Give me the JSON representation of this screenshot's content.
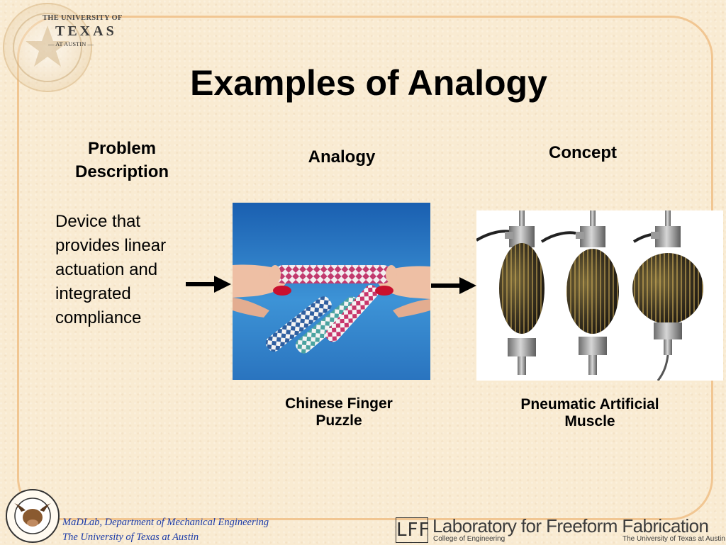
{
  "header": {
    "logo_line1": "THE UNIVERSITY OF",
    "logo_line2": "TEXAS",
    "logo_line3": "— AT AUSTIN —"
  },
  "slide": {
    "title": "Examples of Analogy",
    "col1_heading": "Problem Description",
    "col2_heading": "Analogy",
    "col3_heading": "Concept",
    "problem_text": "Device that provides linear actuation and integrated compliance",
    "analogy_caption": "Chinese Finger Puzzle",
    "concept_caption": "Pneumatic Artificial Muscle"
  },
  "footer": {
    "line1": "MaDLab, Department of Mechanical Engineering",
    "line2": "The University of Texas at Austin",
    "lff_mark": "LFF",
    "lff_name": "Laboratory for Freeform Fabrication",
    "lff_college": "College of Engineering",
    "lff_univ": "The University of Texas at Austin"
  },
  "colors": {
    "background": "#f9ebd2",
    "frame": "#f1c692",
    "footer_text": "#1a3aa8",
    "photo_blue": "#2a7fc4"
  }
}
